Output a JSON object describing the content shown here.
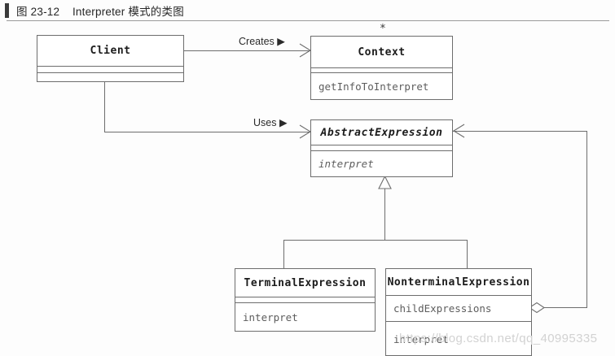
{
  "caption": {
    "text": "图 23-12    Interpreter 模式的类图"
  },
  "diagram": {
    "type": "uml-class-diagram",
    "classes": [
      {
        "id": "client",
        "name": "Client",
        "abstract": false,
        "attributes": [
          ""
        ],
        "operations": [
          ""
        ]
      },
      {
        "id": "context",
        "name": "Context",
        "abstract": false,
        "attributes": [
          ""
        ],
        "operations": [
          "getInfoToInterpret"
        ]
      },
      {
        "id": "abstract-expression",
        "name": "AbstractExpression",
        "abstract": true,
        "attributes": [
          ""
        ],
        "operations": [
          "interpret"
        ]
      },
      {
        "id": "terminal-expression",
        "name": "TerminalExpression",
        "abstract": false,
        "attributes": [
          ""
        ],
        "operations": [
          "interpret"
        ]
      },
      {
        "id": "nonterminal-expression",
        "name": "NonterminalExpression",
        "abstract": false,
        "attributes": [
          "childExpressions"
        ],
        "operations": [
          "interpret"
        ]
      }
    ],
    "relations": [
      {
        "id": "creates",
        "from": "client",
        "to": "context",
        "kind": "dependency",
        "label": "Creates ▶",
        "multiplicity_target": "*"
      },
      {
        "id": "uses",
        "from": "client",
        "to": "abstract-expression",
        "kind": "dependency",
        "label": "Uses ▶"
      },
      {
        "id": "generalization-terminal",
        "from": "terminal-expression",
        "to": "abstract-expression",
        "kind": "generalization",
        "label": ""
      },
      {
        "id": "generalization-nonterminal",
        "from": "nonterminal-expression",
        "to": "abstract-expression",
        "kind": "generalization",
        "label": ""
      },
      {
        "id": "aggregation-children",
        "from": "nonterminal-expression",
        "to": "abstract-expression",
        "kind": "aggregation",
        "label": ""
      }
    ],
    "colors": {
      "line": "#6d6d6d",
      "text": "#1b1b1b",
      "member_text": "#5d5d5d",
      "background": "#ffffff"
    }
  },
  "watermark": {
    "text": "https://blog.csdn.net/qq_40995335"
  }
}
